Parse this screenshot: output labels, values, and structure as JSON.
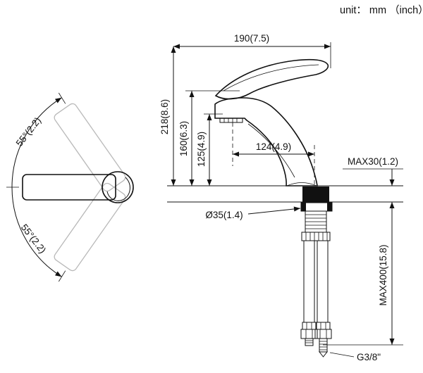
{
  "unit_label": "unit： mm （inch）",
  "front_view": {
    "width": "190(7.5)",
    "total_height": "218(8.6)",
    "spout_height": "160(6.3)",
    "outlet_height": "125(4.9)",
    "spout_reach": "124(4.9)",
    "max_deck_thickness": "MAX30(1.2)",
    "hole_diameter": "Ø35(1.4)",
    "hose_length": "MAX400(15.8)",
    "thread_size": "G3/8\""
  },
  "side_view": {
    "angle_up": "55°(2.2)",
    "angle_down": "55°(2.2)"
  },
  "colors": {
    "line": "#1a1a1a",
    "ghost": "#b9b9b9"
  }
}
